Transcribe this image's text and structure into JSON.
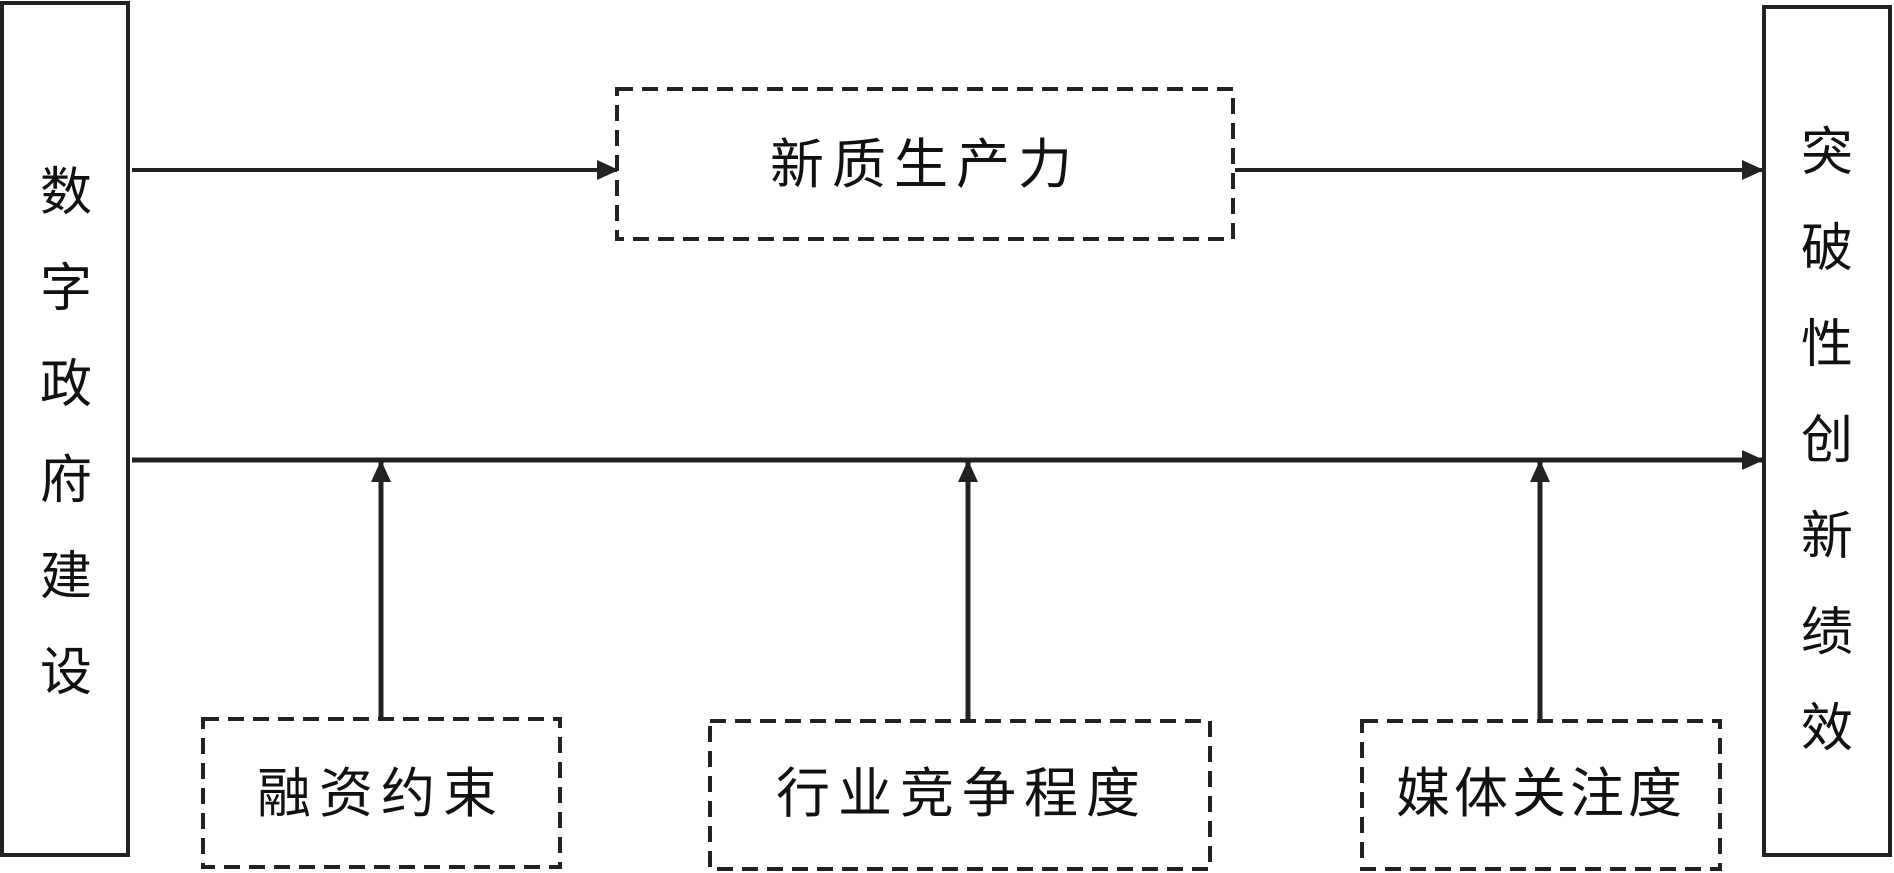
{
  "diagram": {
    "left_box": {
      "text": "数字政府建设",
      "chars": [
        "数",
        "字",
        "政",
        "府",
        "建",
        "设"
      ]
    },
    "right_box": {
      "text": "突破性创新绩效",
      "chars": [
        "突",
        "破",
        "性",
        "创",
        "新",
        "绩",
        "效"
      ]
    },
    "mediator": {
      "text": "新质生产力"
    },
    "moderators": [
      {
        "text": "融资约束"
      },
      {
        "text": "行业竞争程度"
      },
      {
        "text": "媒体关注度"
      }
    ],
    "colors": {
      "stroke": "#222222",
      "text": "#111111",
      "background": "#ffffff"
    }
  }
}
